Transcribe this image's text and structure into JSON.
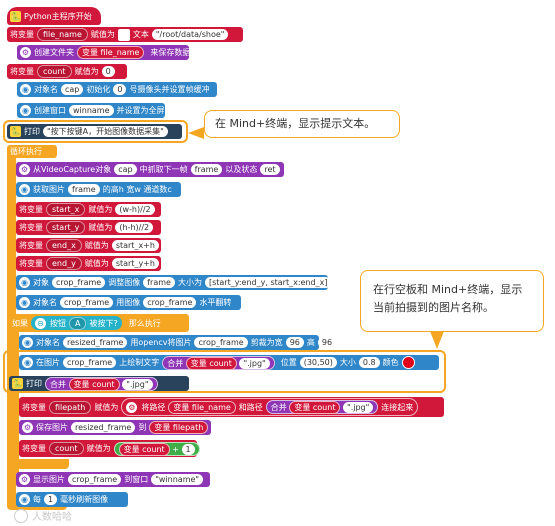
{
  "hat": {
    "label": "Python主程序开始"
  },
  "b1": {
    "set": "将变量",
    "var": "file_name",
    "assign": "赋值为",
    "text_label": "文本",
    "text_value": "\"/root/data/shoe\""
  },
  "b2": {
    "pre": "创建文件夹",
    "var_label": "变量",
    "var": "file_name",
    "post": "来保存数据"
  },
  "b3": {
    "set": "将变量",
    "var": "count",
    "assign": "赋值为",
    "value": "0"
  },
  "b4": {
    "pre": "对象名",
    "obj": "cap",
    "mid": "初始化",
    "num": "0",
    "post": "号摄像头并设置帧缓冲"
  },
  "b5": {
    "pre": "创建窗口",
    "win": "winname",
    "post": "并设置为全屏"
  },
  "b6": {
    "pre": "打印",
    "text": "\"按下按键A，开始图像数据采集\""
  },
  "callout1": {
    "text": "在 Mind+终端，显示提示文本。"
  },
  "loop": {
    "label": "循环执行"
  },
  "l1": {
    "pre": "从VideoCapture对象",
    "obj": "cap",
    "mid": "中抓取下一帧",
    "frame": "frame",
    "mid2": "以及状态",
    "ret": "ret"
  },
  "l2": {
    "pre": "获取图片",
    "img": "frame",
    "post": "的高h 宽w 通道数c"
  },
  "l3": {
    "set": "将变量",
    "var": "start_x",
    "assign": "赋值为",
    "value": "(w-h)//2"
  },
  "l4": {
    "set": "将变量",
    "var": "start_y",
    "assign": "赋值为",
    "value": "(h-h)//2"
  },
  "l5": {
    "set": "将变量",
    "var": "end_x",
    "assign": "赋值为",
    "value": "start_x+h"
  },
  "l6": {
    "set": "将变量",
    "var": "end_y",
    "assign": "赋值为",
    "value": "start_y+h"
  },
  "l7": {
    "pre": "对象",
    "obj": "crop_frame",
    "mid": "调整图像",
    "img": "frame",
    "mid2": "大小为",
    "size": "[start_y:end_y, start_x:end_x]"
  },
  "l8": {
    "pre": "对象名",
    "obj": "crop_frame",
    "mid": "用图像",
    "img": "crop_frame",
    "post": "水平翻转"
  },
  "callout2": {
    "text": "在行空板和 Mind+终端，显示当前拍摄到的图片名称。"
  },
  "ifb": {
    "if": "如果",
    "button": "按钮",
    "key": "A",
    "pressed": "被按下?",
    "then": "那么执行"
  },
  "i1": {
    "pre": "对象名",
    "obj": "resized_frame",
    "mid": "用opencv将图片",
    "img": "crop_frame",
    "mid2": "剪裁为宽",
    "w": "96",
    "mid3": "高",
    "h": "96"
  },
  "i2": {
    "pre": "在图片",
    "img": "crop_frame",
    "mid": "上绘制文字",
    "join": "合并",
    "var_label": "变量",
    "var": "count",
    "ext": "\".jpg\"",
    "pos_label": "位置",
    "pos": "(30,50)",
    "size_label": "大小",
    "size": "0.8",
    "color_label": "颜色"
  },
  "i3": {
    "pre": "打印",
    "join": "合并",
    "var_label": "变量",
    "var": "count",
    "ext": "\".jpg\""
  },
  "i4": {
    "set": "将变量",
    "var": "filepath",
    "assign": "赋值为",
    "mid": "将路径",
    "var_label": "变量",
    "path": "file_name",
    "and": "和路径",
    "join": "合并",
    "var_label2": "变量",
    "var2": "count",
    "ext": "\".jpg\"",
    "post": "连接起来"
  },
  "i5": {
    "pre": "保存图片",
    "img": "resized_frame",
    "mid": "到",
    "var_label": "变量",
    "var": "filepath"
  },
  "i6": {
    "set": "将变量",
    "var": "count",
    "assign": "赋值为",
    "var_label": "变量",
    "v": "count",
    "op": "+",
    "n": "1"
  },
  "l9": {
    "pre": "显示图片",
    "img": "crop_frame",
    "mid": "到窗口",
    "win": "\"winname\""
  },
  "l10": {
    "pre": "每",
    "n": "1",
    "post": "毫秒刷新图像"
  },
  "watermark": {
    "text": "人数哈哈"
  },
  "colors": {
    "red": "#d1173a",
    "blue": "#2f86c9",
    "purple": "#8e36b5",
    "orange": "#f5a623",
    "green": "#3fae49",
    "draw_color": "#e0001a"
  }
}
